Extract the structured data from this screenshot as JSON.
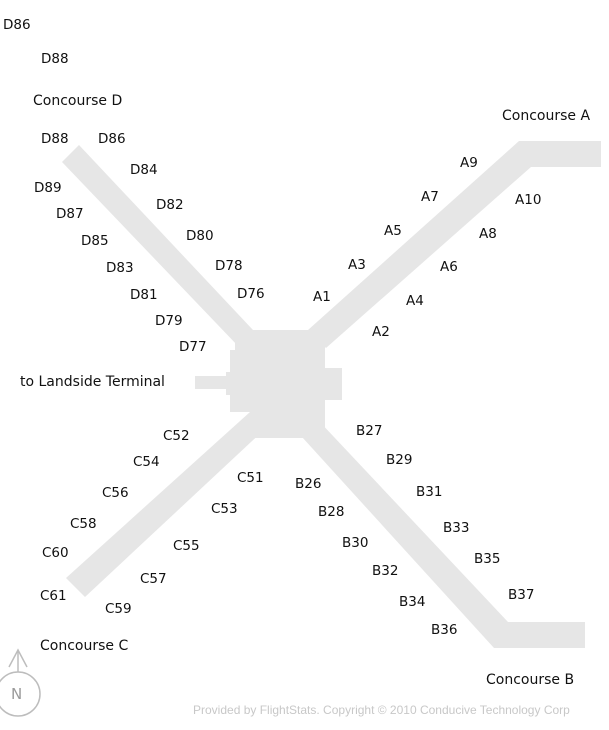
{
  "map": {
    "concourses": {
      "a": "Concourse A",
      "b": "Concourse B",
      "c": "Concourse C",
      "d": "Concourse D"
    },
    "landside": "to Landside Terminal",
    "compass": "N",
    "copyright": "Provided by FlightStats. Copyright © 2010 Conducive Technology Corp",
    "colors": {
      "building": "#e6e6e6",
      "text": "#111111",
      "copyright": "#c8c8c8",
      "compass": "#9a9a9a"
    },
    "icons": [
      "north-arrow-icon"
    ],
    "gates": {
      "d_extra": [
        "D86",
        "D88"
      ],
      "d": [
        "D88",
        "D86",
        "D84",
        "D89",
        "D82",
        "D87",
        "D80",
        "D85",
        "D78",
        "D83",
        "D76",
        "D81",
        "D79",
        "D77"
      ],
      "a": [
        "A9",
        "A7",
        "A10",
        "A5",
        "A8",
        "A3",
        "A6",
        "A1",
        "A4",
        "A2"
      ],
      "c": [
        "C52",
        "C54",
        "C51",
        "C56",
        "C53",
        "C58",
        "C55",
        "C60",
        "C57",
        "C61",
        "C59"
      ],
      "b": [
        "B27",
        "B29",
        "B26",
        "B31",
        "B28",
        "B33",
        "B30",
        "B35",
        "B32",
        "B37",
        "B34",
        "B36"
      ]
    }
  }
}
